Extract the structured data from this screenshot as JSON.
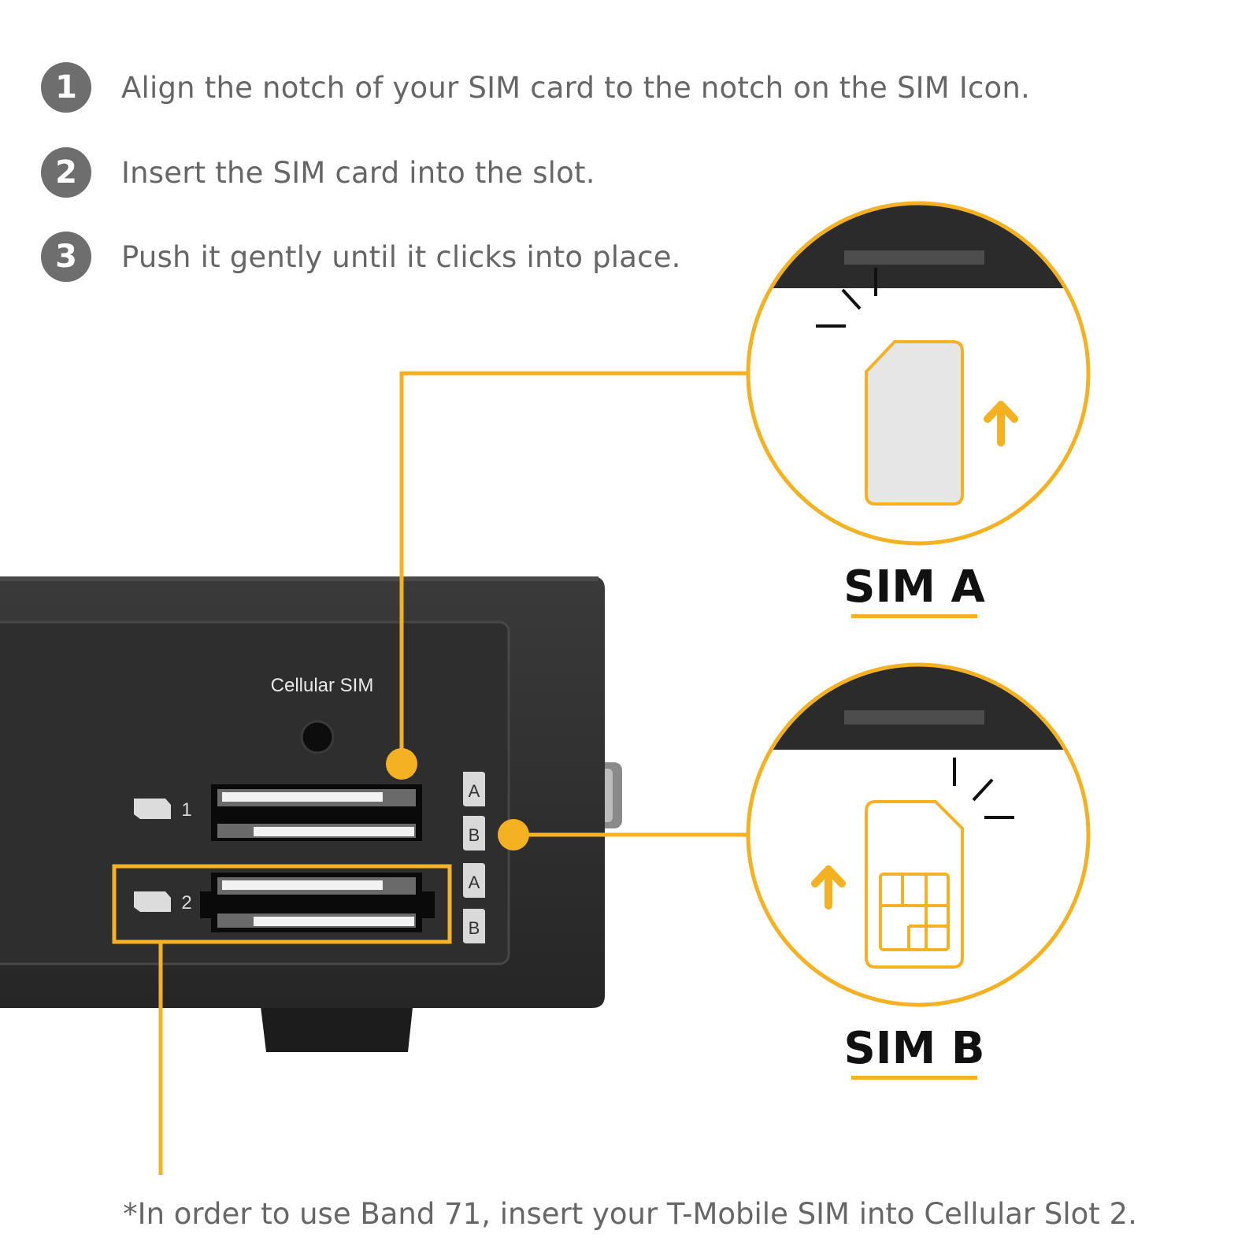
{
  "steps": [
    {
      "number": "1",
      "text": "Align the notch of your SIM card to the notch on the SIM Icon."
    },
    {
      "number": "2",
      "text": "Insert the SIM card into the slot."
    },
    {
      "number": "3",
      "text": "Push it gently until it clicks into place."
    }
  ],
  "device": {
    "panel_label": "Cellular SIM",
    "slot_numbers": [
      "1",
      "2"
    ],
    "slot_letters": [
      "A",
      "B",
      "A",
      "B"
    ]
  },
  "callouts": {
    "sim_a_label": "SIM A",
    "sim_b_label": "SIM B"
  },
  "footnote": "*In order to use Band 71, insert your T-Mobile SIM into Cellular Slot 2.",
  "colors": {
    "accent": "#F4B223",
    "device_body": "#2b2b2b",
    "text_gray": "#666666",
    "step_badge": "#6e6e6e",
    "sim_card_fill": "#e6e6e6"
  },
  "icons": [
    "sim-card-icon",
    "sim-chip-icon",
    "arrow-up-icon",
    "click-spark-icon"
  ]
}
